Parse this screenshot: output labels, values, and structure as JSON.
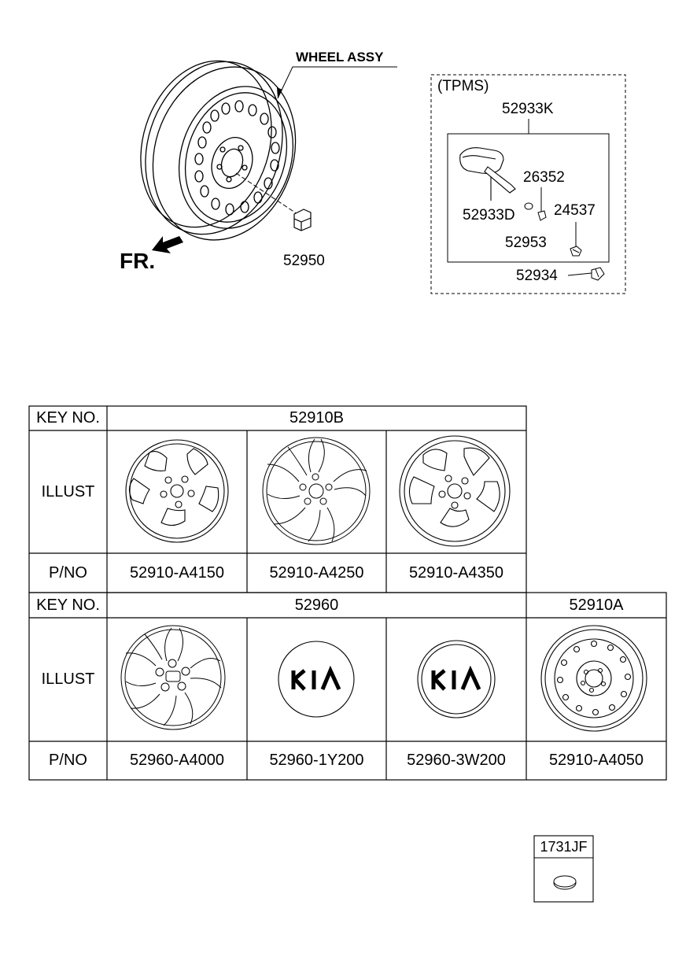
{
  "diagram": {
    "wheel_assy": {
      "title": "WHEEL ASSY",
      "part_lug_nut": "52950",
      "front_label": "FR."
    },
    "tpms": {
      "box_title": "(TPMS)",
      "kit_part": "52933K",
      "parts": {
        "sensor_valve": "52933D",
        "valve_core": "26352",
        "washer": "52953",
        "nut": "24537",
        "cap": "52934"
      }
    },
    "table": {
      "row_headers": {
        "key_no": "KEY NO.",
        "illust": "ILLUST",
        "pno": "P/NO"
      },
      "group1": {
        "key_no": "52910B",
        "part_numbers": [
          "52910-A4150",
          "52910-A4250",
          "52910-A4350"
        ]
      },
      "group2": {
        "key_no_cap": "52960",
        "key_no_wheel": "52910A",
        "part_numbers": [
          "52960-A4000",
          "52960-1Y200",
          "52960-3W200",
          "52910-A4050"
        ]
      }
    },
    "extra_part": {
      "code": "1731JF"
    }
  }
}
